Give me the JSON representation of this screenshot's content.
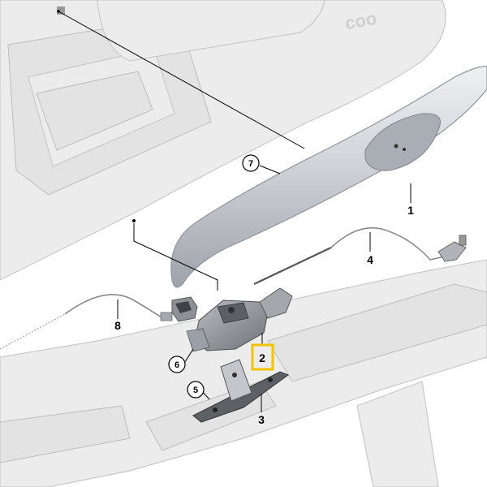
{
  "parts": [
    {
      "id": "p1",
      "number": "1",
      "name": "handle-trim-bar",
      "circled": false,
      "highlighted": false
    },
    {
      "id": "p2",
      "number": "2",
      "name": "lock-actuator",
      "circled": false,
      "highlighted": true
    },
    {
      "id": "p3",
      "number": "3",
      "name": "striker-plate",
      "circled": false,
      "highlighted": false
    },
    {
      "id": "p4",
      "number": "4",
      "name": "release-cable",
      "circled": false,
      "highlighted": false
    },
    {
      "id": "p5",
      "number": "5",
      "name": "bolt",
      "circled": true,
      "highlighted": false
    },
    {
      "id": "p6",
      "number": "6",
      "name": "clip",
      "circled": true,
      "highlighted": false
    },
    {
      "id": "p7",
      "number": "7",
      "name": "screw",
      "circled": true,
      "highlighted": false
    },
    {
      "id": "p8",
      "number": "8",
      "name": "cable",
      "circled": false,
      "highlighted": false
    }
  ],
  "colors": {
    "highlight": "#f2c400",
    "metal_light": "#d9dde2",
    "metal_dark": "#9ea3a9",
    "ghost_fill": "#ececec"
  }
}
